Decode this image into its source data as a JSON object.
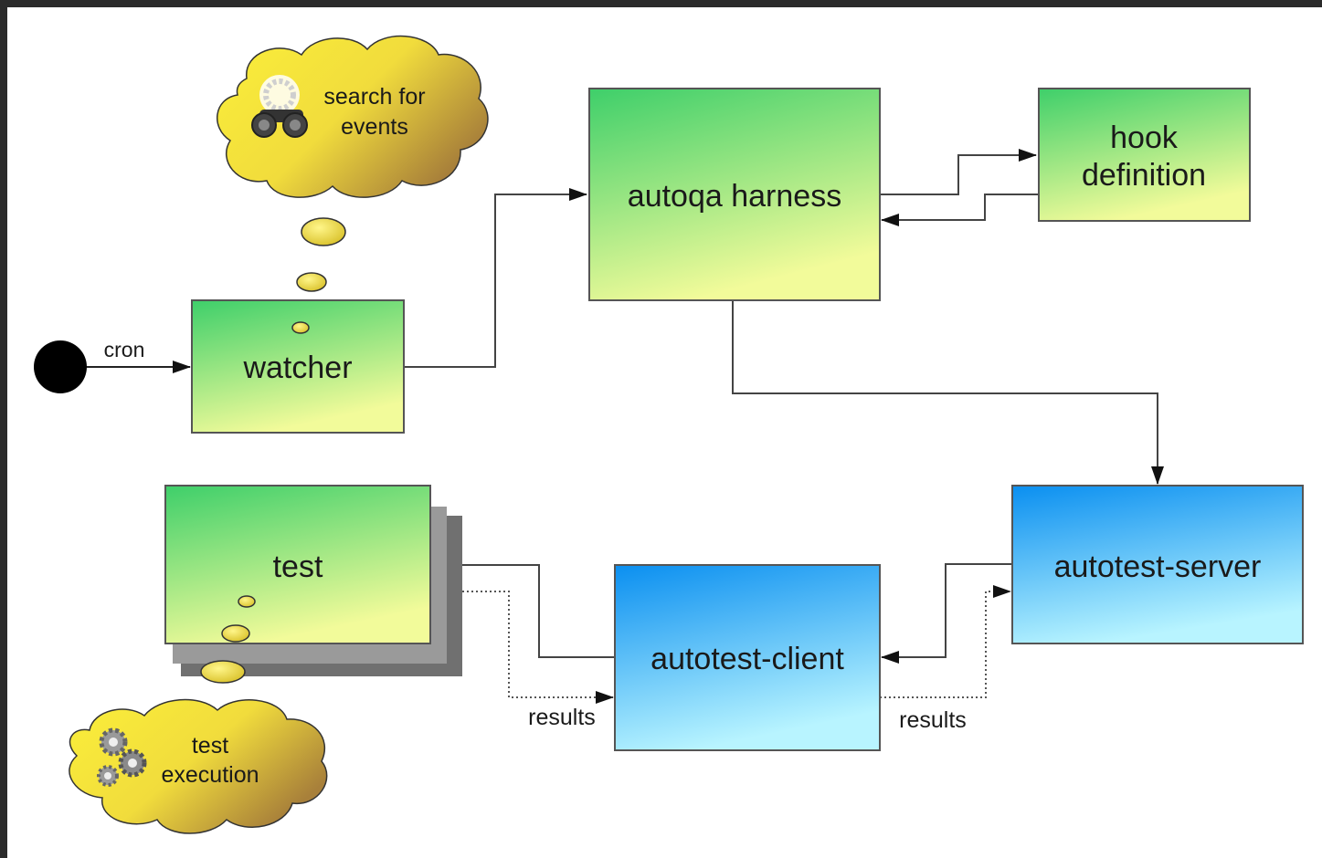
{
  "diagram": {
    "start_edge_label": "cron",
    "nodes": {
      "watcher": "watcher",
      "harness": "autoqa harness",
      "hook_line1": "hook",
      "hook_line2": "definition",
      "test": "test",
      "client": "autotest-client",
      "server": "autotest-server"
    },
    "clouds": {
      "search_line1": "search for",
      "search_line2": "events",
      "exec_line1": "test",
      "exec_line2": "execution"
    },
    "edge_labels": {
      "results_left": "results",
      "results_right": "results"
    },
    "colors": {
      "green_top": "#3ecf6a",
      "green_bottom": "#f2fb9a",
      "blue_top": "#0a8ff0",
      "blue_bottom": "#b8f4ff",
      "cloud_light": "#f6ea3c",
      "cloud_dark": "#b68a3c"
    }
  }
}
